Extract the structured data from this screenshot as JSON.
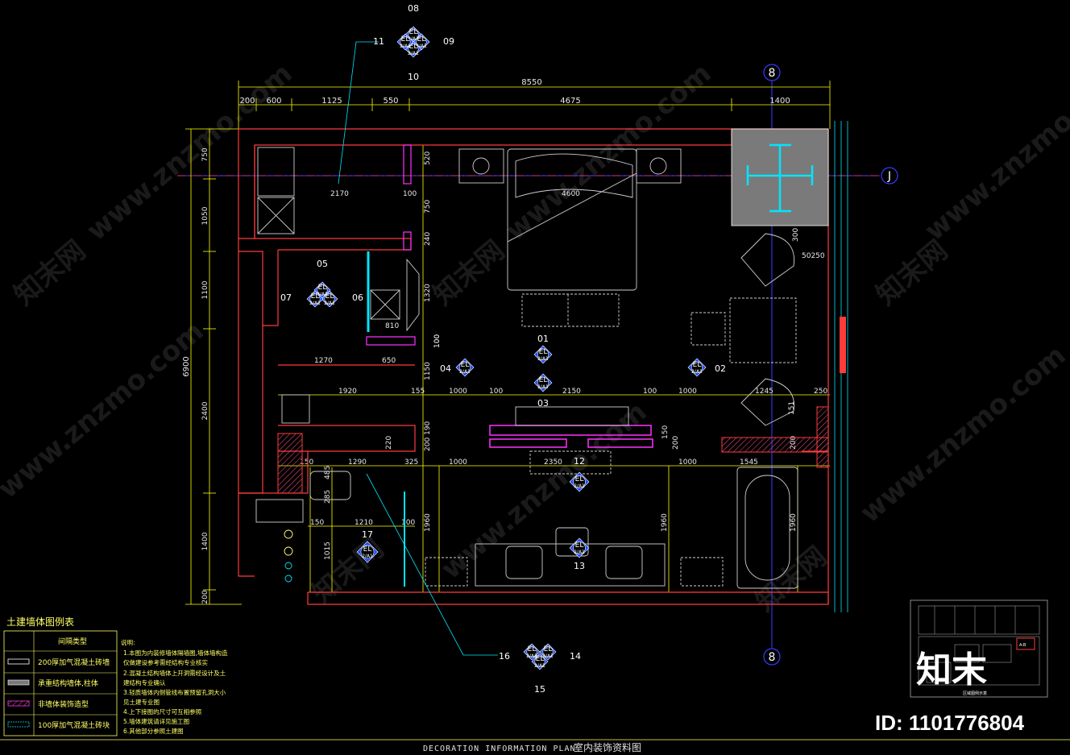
{
  "dimensions": {
    "top_total": "8550",
    "top_segments": [
      "200",
      "600",
      "1125",
      "550",
      "4675",
      "1400"
    ],
    "left_total": "6900",
    "left_segments": [
      "750",
      "1050",
      "1100",
      "2400",
      "1400",
      "200"
    ],
    "inner_labels": [
      "2170",
      "100",
      "520",
      "750",
      "240",
      "4600",
      "1320",
      "810",
      "100",
      "1270",
      "650",
      "1920",
      "155",
      "1000",
      "100",
      "2150",
      "100",
      "1000",
      "1245",
      "250",
      "1150",
      "190",
      "200",
      "220",
      "150",
      "1290",
      "325",
      "1000",
      "2350",
      "1000",
      "200",
      "1545",
      "200",
      "150",
      "485",
      "285",
      "150",
      "1210",
      "100",
      "1960",
      "1960",
      "1015",
      "1960",
      "100",
      "300",
      "50250",
      "151"
    ]
  },
  "grid_axes": {
    "vertical": "8",
    "horizontal": "J"
  },
  "elevation_label": "EL",
  "elevation_sheet": "2/A1",
  "elevation_markers": [
    {
      "group": "top",
      "numbers": [
        "08",
        "09",
        "10",
        "11"
      ]
    },
    {
      "group": "left-room",
      "numbers": [
        "05",
        "06",
        "07"
      ]
    },
    {
      "group": "center",
      "numbers": [
        "01",
        "02",
        "03",
        "04"
      ]
    },
    {
      "group": "vanity",
      "numbers": [
        "12",
        "13"
      ]
    },
    {
      "group": "wc",
      "numbers": [
        "17"
      ]
    },
    {
      "group": "bottom",
      "numbers": [
        "14",
        "15",
        "16"
      ]
    }
  ],
  "legend": {
    "title": "土建墙体图例表",
    "header": "间隔类型",
    "rows": [
      {
        "label": "200厚加气混凝土砖墙",
        "swatch": "outline"
      },
      {
        "label": "承重结构墙体,柱体",
        "swatch": "grey"
      },
      {
        "label": "非墙体装饰造型",
        "swatch": "magenta"
      },
      {
        "label": "100厚加气混凝土砖块",
        "swatch": "hatch"
      }
    ],
    "notes_title": "说明:",
    "notes": [
      "1.本图为内装修墙体隔墙图,墙体墙构造",
      "  仅做建设参考需经结构专业核实",
      "2.混凝土结构墙体上开洞需经设计及土",
      "  建结构专业确认",
      "3.轻质墙体内侧管线布置预留孔洞大小",
      "  见土建专业图",
      "4.上下接图的尺寸可互相参照",
      "5.墙体建筑请详见施工图",
      "6.其他部分参照土建图"
    ]
  },
  "key_plan": {
    "caption": "区域图例示意",
    "highlight": "A-B"
  },
  "title_block": {
    "english": "DECORATION  INFORMATION  PLAN",
    "chinese": "室内装饰资料图"
  },
  "watermark": {
    "brand_cn": "知末网",
    "url": "www.znzmo.com",
    "logo": "知末",
    "id": "ID: 1101776804"
  },
  "colors": {
    "background": "#000000",
    "wall": "#ff3b3b",
    "dimension": "#ffff00",
    "grid_axis": "#3a3aff",
    "marker": "#1a4dff",
    "furniture": "#cfcfcf",
    "decor": "#ff33ff",
    "glass": "#00e5ff",
    "column": "#7a7a7a"
  }
}
